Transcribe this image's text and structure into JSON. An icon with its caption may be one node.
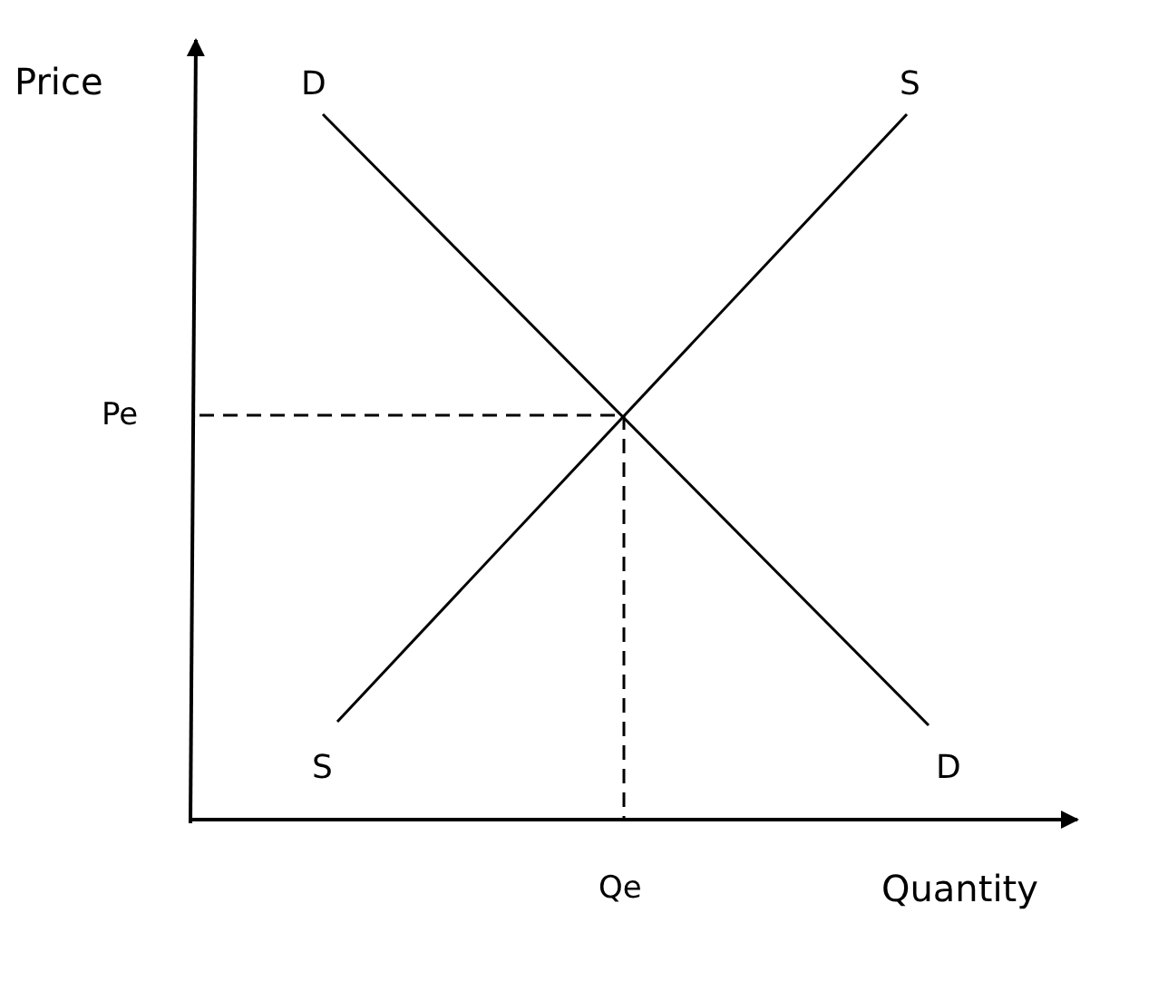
{
  "diagram": {
    "labels": [
      "Price",
      "D",
      "S",
      "Pe",
      "S",
      "D",
      "Qe",
      "Quantity"
    ]
  }
}
